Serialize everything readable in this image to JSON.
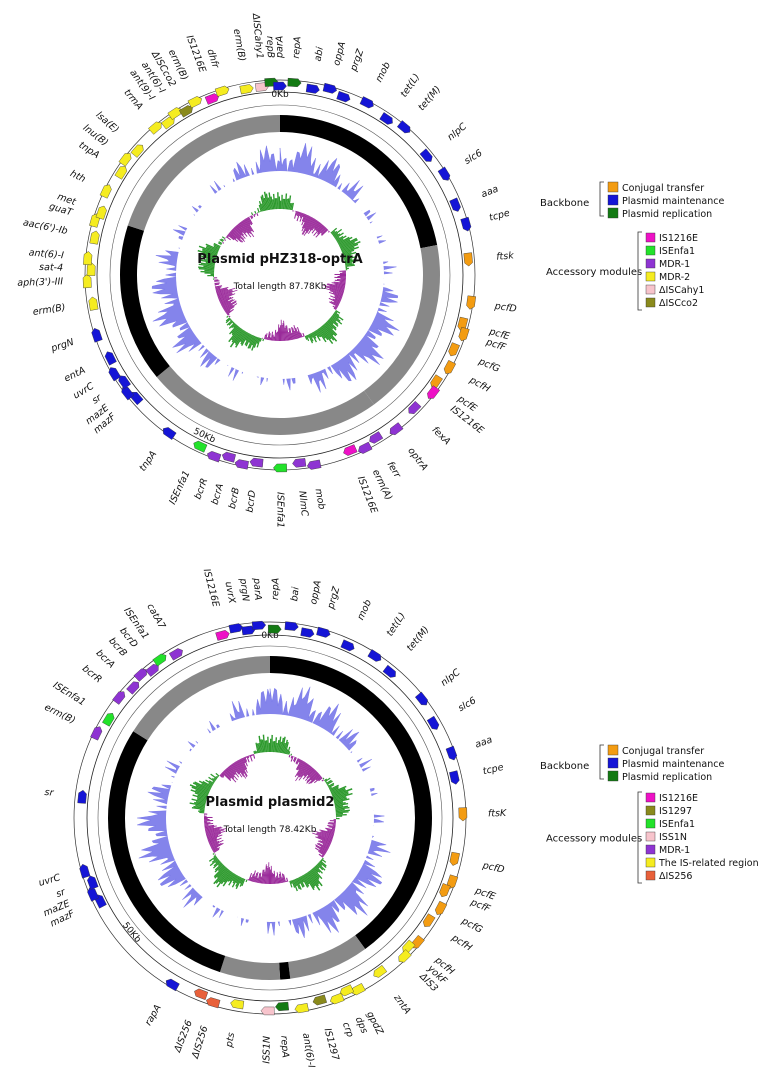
{
  "colors": {
    "conjugal": "#f39c12",
    "maintenance": "#1515d6",
    "replication": "#137a13",
    "is1216e": "#ee11c6",
    "isenfa1": "#22e22a",
    "mdr1": "#8e34d2",
    "mdr2": "#f5ec20",
    "iscahy1": "#f7c4cc",
    "iscco2": "#8a8a1c",
    "is1297": "#8a8a1c",
    "iss1n": "#f7c4cc",
    "isrelated": "#f5ec20",
    "is256": "#e8603a",
    "gcPos": "#6f6fe8",
    "skewPos": "#2e9a2e",
    "skewNeg": "#9a2a9a",
    "ringDark": "#000000",
    "ringGray": "#888888"
  },
  "plasmids": [
    {
      "title": "Plasmid pHZ318-optrA",
      "total": "Total length 87.78Kb",
      "tick0": "0Kb",
      "tick50": "50Kb",
      "genes": [
        {
          "label": "ΔISCahy1",
          "pos": 0.985,
          "cat": "iscahy1"
        },
        {
          "label": "repB",
          "pos": 0.993,
          "cat": "replication"
        },
        {
          "label": "parA",
          "pos": 1.0,
          "cat": "maintenance"
        },
        {
          "label": "repA",
          "pos": 0.012,
          "cat": "replication"
        },
        {
          "label": "abi",
          "pos": 0.028,
          "cat": "maintenance"
        },
        {
          "label": "oppA",
          "pos": 0.042,
          "cat": "maintenance"
        },
        {
          "label": "prgZ",
          "pos": 0.055,
          "cat": "maintenance"
        },
        {
          "label": "mob",
          "pos": 0.075,
          "cat": "maintenance"
        },
        {
          "label": "tet(L)",
          "pos": 0.096,
          "cat": "maintenance"
        },
        {
          "label": "tet(M)",
          "pos": 0.112,
          "cat": "maintenance"
        },
        {
          "label": "nlpC",
          "pos": 0.142,
          "cat": "maintenance"
        },
        {
          "label": "slc6",
          "pos": 0.163,
          "cat": "maintenance"
        },
        {
          "label": "aaa",
          "pos": 0.19,
          "cat": "maintenance"
        },
        {
          "label": "tcpe",
          "pos": 0.208,
          "cat": "maintenance"
        },
        {
          "label": "ftsk",
          "pos": 0.237,
          "cat": "conjugal"
        },
        {
          "label": "pcfD",
          "pos": 0.273,
          "cat": "conjugal"
        },
        {
          "label": "pcfE",
          "pos": 0.292,
          "cat": "conjugal"
        },
        {
          "label": "pcfF",
          "pos": 0.3,
          "cat": "conjugal"
        },
        {
          "label": "pcfG",
          "pos": 0.315,
          "cat": "conjugal"
        },
        {
          "label": "pcfH",
          "pos": 0.33,
          "cat": "conjugal"
        },
        {
          "label": "pcfE",
          "pos": 0.346,
          "cat": "conjugal"
        },
        {
          "label": "IS1216E",
          "pos": 0.355,
          "cat": "is1216e"
        },
        {
          "label": "fexA",
          "pos": 0.375,
          "cat": "mdr1"
        },
        {
          "label": "optrA",
          "pos": 0.398,
          "cat": "mdr1"
        },
        {
          "label": "ferr",
          "pos": 0.416,
          "cat": "mdr1"
        },
        {
          "label": "erm(A)",
          "pos": 0.428,
          "cat": "mdr1"
        },
        {
          "label": "IS1216E",
          "pos": 0.44,
          "cat": "is1216e"
        },
        {
          "label": "mob",
          "pos": 0.472,
          "cat": "mdr1"
        },
        {
          "label": "NlmC",
          "pos": 0.484,
          "cat": "mdr1"
        },
        {
          "label": "ISEnfa1",
          "pos": 0.5,
          "cat": "isenfa1"
        },
        {
          "label": "bcrD",
          "pos": 0.52,
          "cat": "mdr1"
        },
        {
          "label": "bcrB",
          "pos": 0.532,
          "cat": "mdr1"
        },
        {
          "label": "bcrA",
          "pos": 0.544,
          "cat": "mdr1"
        },
        {
          "label": "bcrR",
          "pos": 0.556,
          "cat": "mdr1"
        },
        {
          "label": "ISEnfa1",
          "pos": 0.57,
          "cat": "isenfa1"
        },
        {
          "label": "tnpA",
          "pos": 0.598,
          "cat": "maintenance"
        },
        {
          "label": "mazF",
          "pos": 0.638,
          "cat": "maintenance"
        },
        {
          "label": "mazE",
          "pos": 0.646,
          "cat": "maintenance"
        },
        {
          "label": "sr",
          "pos": 0.655,
          "cat": "maintenance"
        },
        {
          "label": "uvrC",
          "pos": 0.665,
          "cat": "maintenance"
        },
        {
          "label": "entA",
          "pos": 0.678,
          "cat": "maintenance"
        },
        {
          "label": "prgN",
          "pos": 0.7,
          "cat": "maintenance"
        },
        {
          "label": "erm(B)",
          "pos": 0.726,
          "cat": "mdr2"
        },
        {
          "label": "aph(3')-III",
          "pos": 0.745,
          "cat": "mdr2"
        },
        {
          "label": "sat-4",
          "pos": 0.755,
          "cat": "mdr2"
        },
        {
          "label": "ant(6)-I",
          "pos": 0.764,
          "cat": "mdr2"
        },
        {
          "label": "aac(6')-Ib",
          "pos": 0.782,
          "cat": "mdr2"
        },
        {
          "label": "guaT",
          "pos": 0.796,
          "cat": "mdr2"
        },
        {
          "label": "met",
          "pos": 0.804,
          "cat": "mdr2"
        },
        {
          "label": "hth",
          "pos": 0.822,
          "cat": "mdr2"
        },
        {
          "label": "tnpA",
          "pos": 0.842,
          "cat": "mdr2"
        },
        {
          "label": "lnu(B)",
          "pos": 0.853,
          "cat": "mdr2"
        },
        {
          "label": "lsa(E)",
          "pos": 0.865,
          "cat": "mdr2"
        },
        {
          "label": "trmA",
          "pos": 0.889,
          "cat": "mdr2"
        },
        {
          "label": "ant(9)-I",
          "pos": 0.9,
          "cat": "mdr2"
        },
        {
          "label": "ant(6)-I",
          "pos": 0.909,
          "cat": "mdr2"
        },
        {
          "label": "ΔISCco2",
          "pos": 0.918,
          "cat": "iscco2"
        },
        {
          "label": "erm(B)",
          "pos": 0.928,
          "cat": "mdr2"
        },
        {
          "label": "IS1216E",
          "pos": 0.942,
          "cat": "is1216e"
        },
        {
          "label": "dhfr",
          "pos": 0.952,
          "cat": "mdr2"
        },
        {
          "label": "erm(B)",
          "pos": 0.972,
          "cat": "mdr2"
        }
      ],
      "legend": {
        "backbone_label": "Backbone",
        "backbone": [
          {
            "label": "Conjugal transfer",
            "cat": "conjugal"
          },
          {
            "label": "Plasmid maintenance",
            "cat": "maintenance"
          },
          {
            "label": "Plasmid replication",
            "cat": "replication"
          }
        ],
        "accessory_label": "Accessory modules",
        "accessory": [
          {
            "label": "IS1216E",
            "cat": "is1216e"
          },
          {
            "label": "ISEnfa1",
            "cat": "isenfa1"
          },
          {
            "label": "MDR-1",
            "cat": "mdr1"
          },
          {
            "label": "MDR-2",
            "cat": "mdr2"
          },
          {
            "label": "ΔISCahy1",
            "cat": "iscahy1"
          },
          {
            "label": "ΔISCco2",
            "cat": "iscco2"
          }
        ]
      }
    },
    {
      "title": "Plasmid plasmid2",
      "total": "Total length 78.42Kb",
      "tick0": "0Kb",
      "tick50": "50Kb",
      "genes": [
        {
          "label": "IS1216E",
          "pos": 0.96,
          "cat": "is1216e"
        },
        {
          "label": "uvrX",
          "pos": 0.972,
          "cat": "maintenance"
        },
        {
          "label": "prgN",
          "pos": 0.982,
          "cat": "maintenance"
        },
        {
          "label": "parA",
          "pos": 0.991,
          "cat": "maintenance"
        },
        {
          "label": "repA",
          "pos": 0.004,
          "cat": "replication"
        },
        {
          "label": "bai",
          "pos": 0.018,
          "cat": "maintenance"
        },
        {
          "label": "oppA",
          "pos": 0.032,
          "cat": "maintenance"
        },
        {
          "label": "prgZ",
          "pos": 0.045,
          "cat": "maintenance"
        },
        {
          "label": "mob",
          "pos": 0.068,
          "cat": "maintenance"
        },
        {
          "label": "tet(L)",
          "pos": 0.092,
          "cat": "maintenance"
        },
        {
          "label": "tet(M)",
          "pos": 0.11,
          "cat": "maintenance"
        },
        {
          "label": "nlpC",
          "pos": 0.145,
          "cat": "maintenance"
        },
        {
          "label": "slc6",
          "pos": 0.167,
          "cat": "maintenance"
        },
        {
          "label": "aaa",
          "pos": 0.196,
          "cat": "maintenance"
        },
        {
          "label": "tcpe",
          "pos": 0.216,
          "cat": "maintenance"
        },
        {
          "label": "ftsK",
          "pos": 0.247,
          "cat": "conjugal"
        },
        {
          "label": "pcfD",
          "pos": 0.285,
          "cat": "conjugal"
        },
        {
          "label": "pcfE",
          "pos": 0.304,
          "cat": "conjugal"
        },
        {
          "label": "pcfF",
          "pos": 0.313,
          "cat": "conjugal"
        },
        {
          "label": "pcfG",
          "pos": 0.328,
          "cat": "conjugal"
        },
        {
          "label": "pcfH",
          "pos": 0.342,
          "cat": "conjugal"
        },
        {
          "label": "pcfH",
          "pos": 0.362,
          "cat": "conjugal"
        },
        {
          "label": "yokF",
          "pos": 0.37,
          "cat": "isrelated"
        },
        {
          "label": "ΔIS3",
          "pos": 0.378,
          "cat": "isrelated"
        },
        {
          "label": "zntA",
          "pos": 0.402,
          "cat": "isrelated"
        },
        {
          "label": "gpdZ",
          "pos": 0.425,
          "cat": "isrelated"
        },
        {
          "label": "dps",
          "pos": 0.434,
          "cat": "isrelated"
        },
        {
          "label": "crp",
          "pos": 0.444,
          "cat": "isrelated"
        },
        {
          "label": "IS1297",
          "pos": 0.458,
          "cat": "is1297"
        },
        {
          "label": "ant(6)-I",
          "pos": 0.474,
          "cat": "isrelated"
        },
        {
          "label": "repA",
          "pos": 0.49,
          "cat": "replication"
        },
        {
          "label": "ISS1N",
          "pos": 0.502,
          "cat": "iss1n"
        },
        {
          "label": "pts",
          "pos": 0.528,
          "cat": "isrelated"
        },
        {
          "label": "ΔIS256",
          "pos": 0.548,
          "cat": "is256"
        },
        {
          "label": "ΔIS256",
          "pos": 0.56,
          "cat": "is256"
        },
        {
          "label": "rapA",
          "pos": 0.585,
          "cat": "maintenance"
        },
        {
          "label": "mazF",
          "pos": 0.678,
          "cat": "maintenance"
        },
        {
          "label": "maZE",
          "pos": 0.686,
          "cat": "maintenance"
        },
        {
          "label": "sr",
          "pos": 0.695,
          "cat": "maintenance"
        },
        {
          "label": "uvrC",
          "pos": 0.706,
          "cat": "maintenance"
        },
        {
          "label": "sr",
          "pos": 0.768,
          "cat": "maintenance"
        },
        {
          "label": "erm(B)",
          "pos": 0.823,
          "cat": "mdr1"
        },
        {
          "label": "ISEnfa1",
          "pos": 0.838,
          "cat": "isenfa1"
        },
        {
          "label": "bcrR",
          "pos": 0.858,
          "cat": "mdr1"
        },
        {
          "label": "bcrA",
          "pos": 0.872,
          "cat": "mdr1"
        },
        {
          "label": "bcrB",
          "pos": 0.884,
          "cat": "mdr1"
        },
        {
          "label": "bcrD",
          "pos": 0.894,
          "cat": "mdr1"
        },
        {
          "label": "ISEnfa1",
          "pos": 0.904,
          "cat": "isenfa1"
        },
        {
          "label": "catA7",
          "pos": 0.918,
          "cat": "mdr1"
        }
      ],
      "legend": {
        "backbone_label": "Backbone",
        "backbone": [
          {
            "label": "Conjugal transfer",
            "cat": "conjugal"
          },
          {
            "label": "Plasmid maintenance",
            "cat": "maintenance"
          },
          {
            "label": "Plasmid replication",
            "cat": "replication"
          }
        ],
        "accessory_label": "Accessory modules",
        "accessory": [
          {
            "label": "IS1216E",
            "cat": "is1216e"
          },
          {
            "label": "IS1297",
            "cat": "is1297"
          },
          {
            "label": "ISEnfa1",
            "cat": "isenfa1"
          },
          {
            "label": "ISS1N",
            "cat": "iss1n"
          },
          {
            "label": "MDR-1",
            "cat": "mdr1"
          },
          {
            "label": "The IS-related region",
            "cat": "isrelated"
          },
          {
            "label": "ΔIS256",
            "cat": "is256"
          }
        ]
      }
    }
  ]
}
